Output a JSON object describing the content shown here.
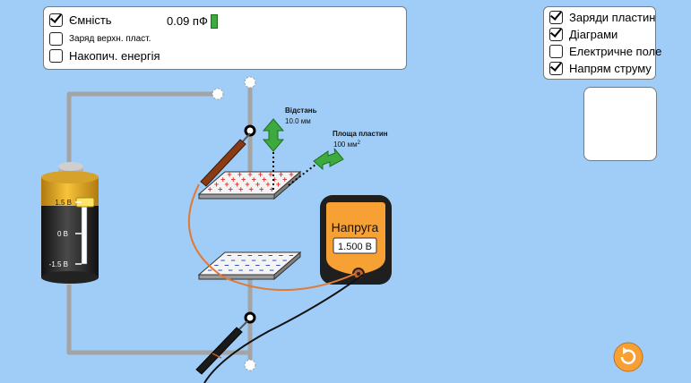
{
  "meters_panel": {
    "capacitance": {
      "label": "Ємність",
      "checked": true,
      "value": "0.09 пФ"
    },
    "top_plate_charge": {
      "label": "Заряд верхн. пласт.",
      "checked": false
    },
    "stored_energy": {
      "label": "Накопич. енергія",
      "checked": false
    }
  },
  "view_panel": {
    "items": [
      {
        "label": "Заряди пластин",
        "checked": true
      },
      {
        "label": "Діаграми",
        "checked": true
      },
      {
        "label": "Електричне поле",
        "checked": false
      },
      {
        "label": "Напрям струму",
        "checked": true
      }
    ]
  },
  "battery": {
    "voltage_top": "1.5 В",
    "voltage_mid": "0 В",
    "voltage_bottom": "-1.5 В",
    "slider_level_volts": 1.5
  },
  "separation": {
    "title": "Відстань",
    "value": "10.0 мм"
  },
  "plate_area": {
    "title": "Площа пластин",
    "value": "100 мм",
    "unit_sup": "2"
  },
  "voltmeter": {
    "title": "Напруга",
    "reading": "1.500 В"
  },
  "colors": {
    "background": "#9fcdf7",
    "green_arrow": "#3daa3d",
    "probe_red": "#c8602a",
    "meter_orange": "#f7a033",
    "positive_charge": "#e53935",
    "negative_charge": "#1a3fbf"
  },
  "icons": {
    "reset": "reset-icon"
  }
}
